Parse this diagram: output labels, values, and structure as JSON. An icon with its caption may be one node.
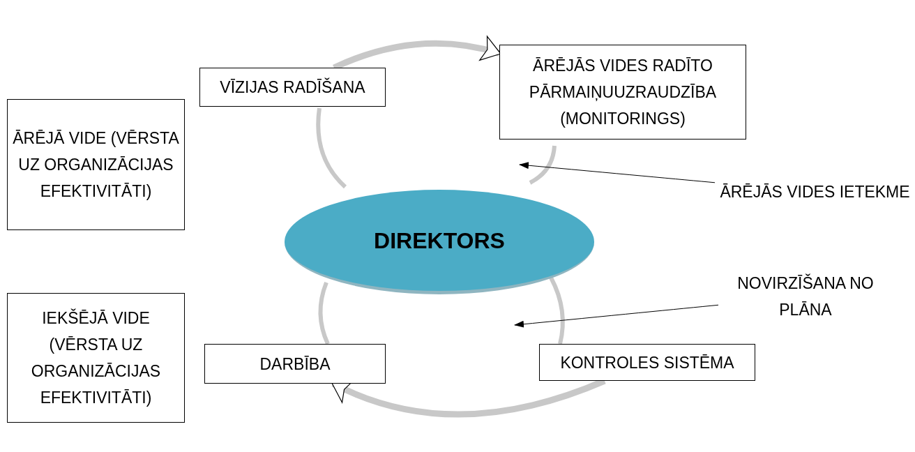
{
  "diagram": {
    "nodes": [
      {
        "text": [
          "ĀRĒJĀ VIDE (VĒRSTA UZ ORGANIZĀCIJAS EFEKTIVITĀTI)"
        ]
      },
      {
        "text": [
          "VĪZIJAS RADĪŠANA"
        ]
      },
      {
        "text": [
          "ĀRĒJĀS VIDES RADĪTO PĀRMAIŅUUZRAUDZĪBA (MONITORINGS)"
        ]
      },
      {
        "text": [
          "ĀRĒJĀS VIDES IETEKME"
        ]
      },
      {
        "text": [
          "DIREKTORS"
        ]
      },
      {
        "text": [
          "IEKŠĒJĀ VIDE (VĒRSTA UZ ORGANIZĀCIJAS EFEKTIVITĀTI)"
        ]
      },
      {
        "text": [
          "NOVIRZĪŠANA NO PLĀNA"
        ]
      },
      {
        "text": [
          "DARBĪBA"
        ]
      },
      {
        "text": [
          "KONTROLES SISTĒMA"
        ]
      }
    ],
    "edges": [
      {
        "from": 1,
        "to": 2,
        "arrow": "to",
        "style": "thick"
      },
      {
        "from": 8,
        "to": 7,
        "arrow": "to",
        "style": "thick"
      },
      {
        "from": 3,
        "to": null,
        "arrow": "to",
        "color": "#000000"
      },
      {
        "from": 6,
        "to": null,
        "arrow": "to",
        "color": "#000000"
      }
    ]
  }
}
